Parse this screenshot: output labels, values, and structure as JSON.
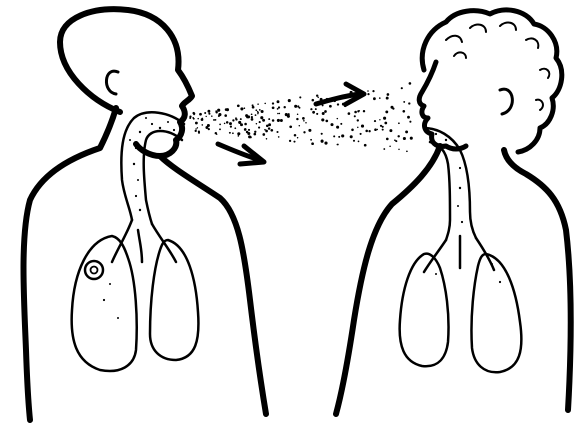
{
  "colors": {
    "ink": "#000000",
    "background": "#ffffff"
  },
  "figures": [
    {
      "id": "person-left",
      "role": "infected",
      "facing": "right",
      "has-lesion": true
    },
    {
      "id": "person-right",
      "role": "exposed",
      "facing": "left",
      "has-lesion": false
    }
  ],
  "droplets": {
    "direction": "left-to-right",
    "cluster": "airborne-spray"
  },
  "arrows": [
    {
      "id": "upper",
      "direction": "right"
    },
    {
      "id": "lower",
      "direction": "down-right"
    }
  ]
}
